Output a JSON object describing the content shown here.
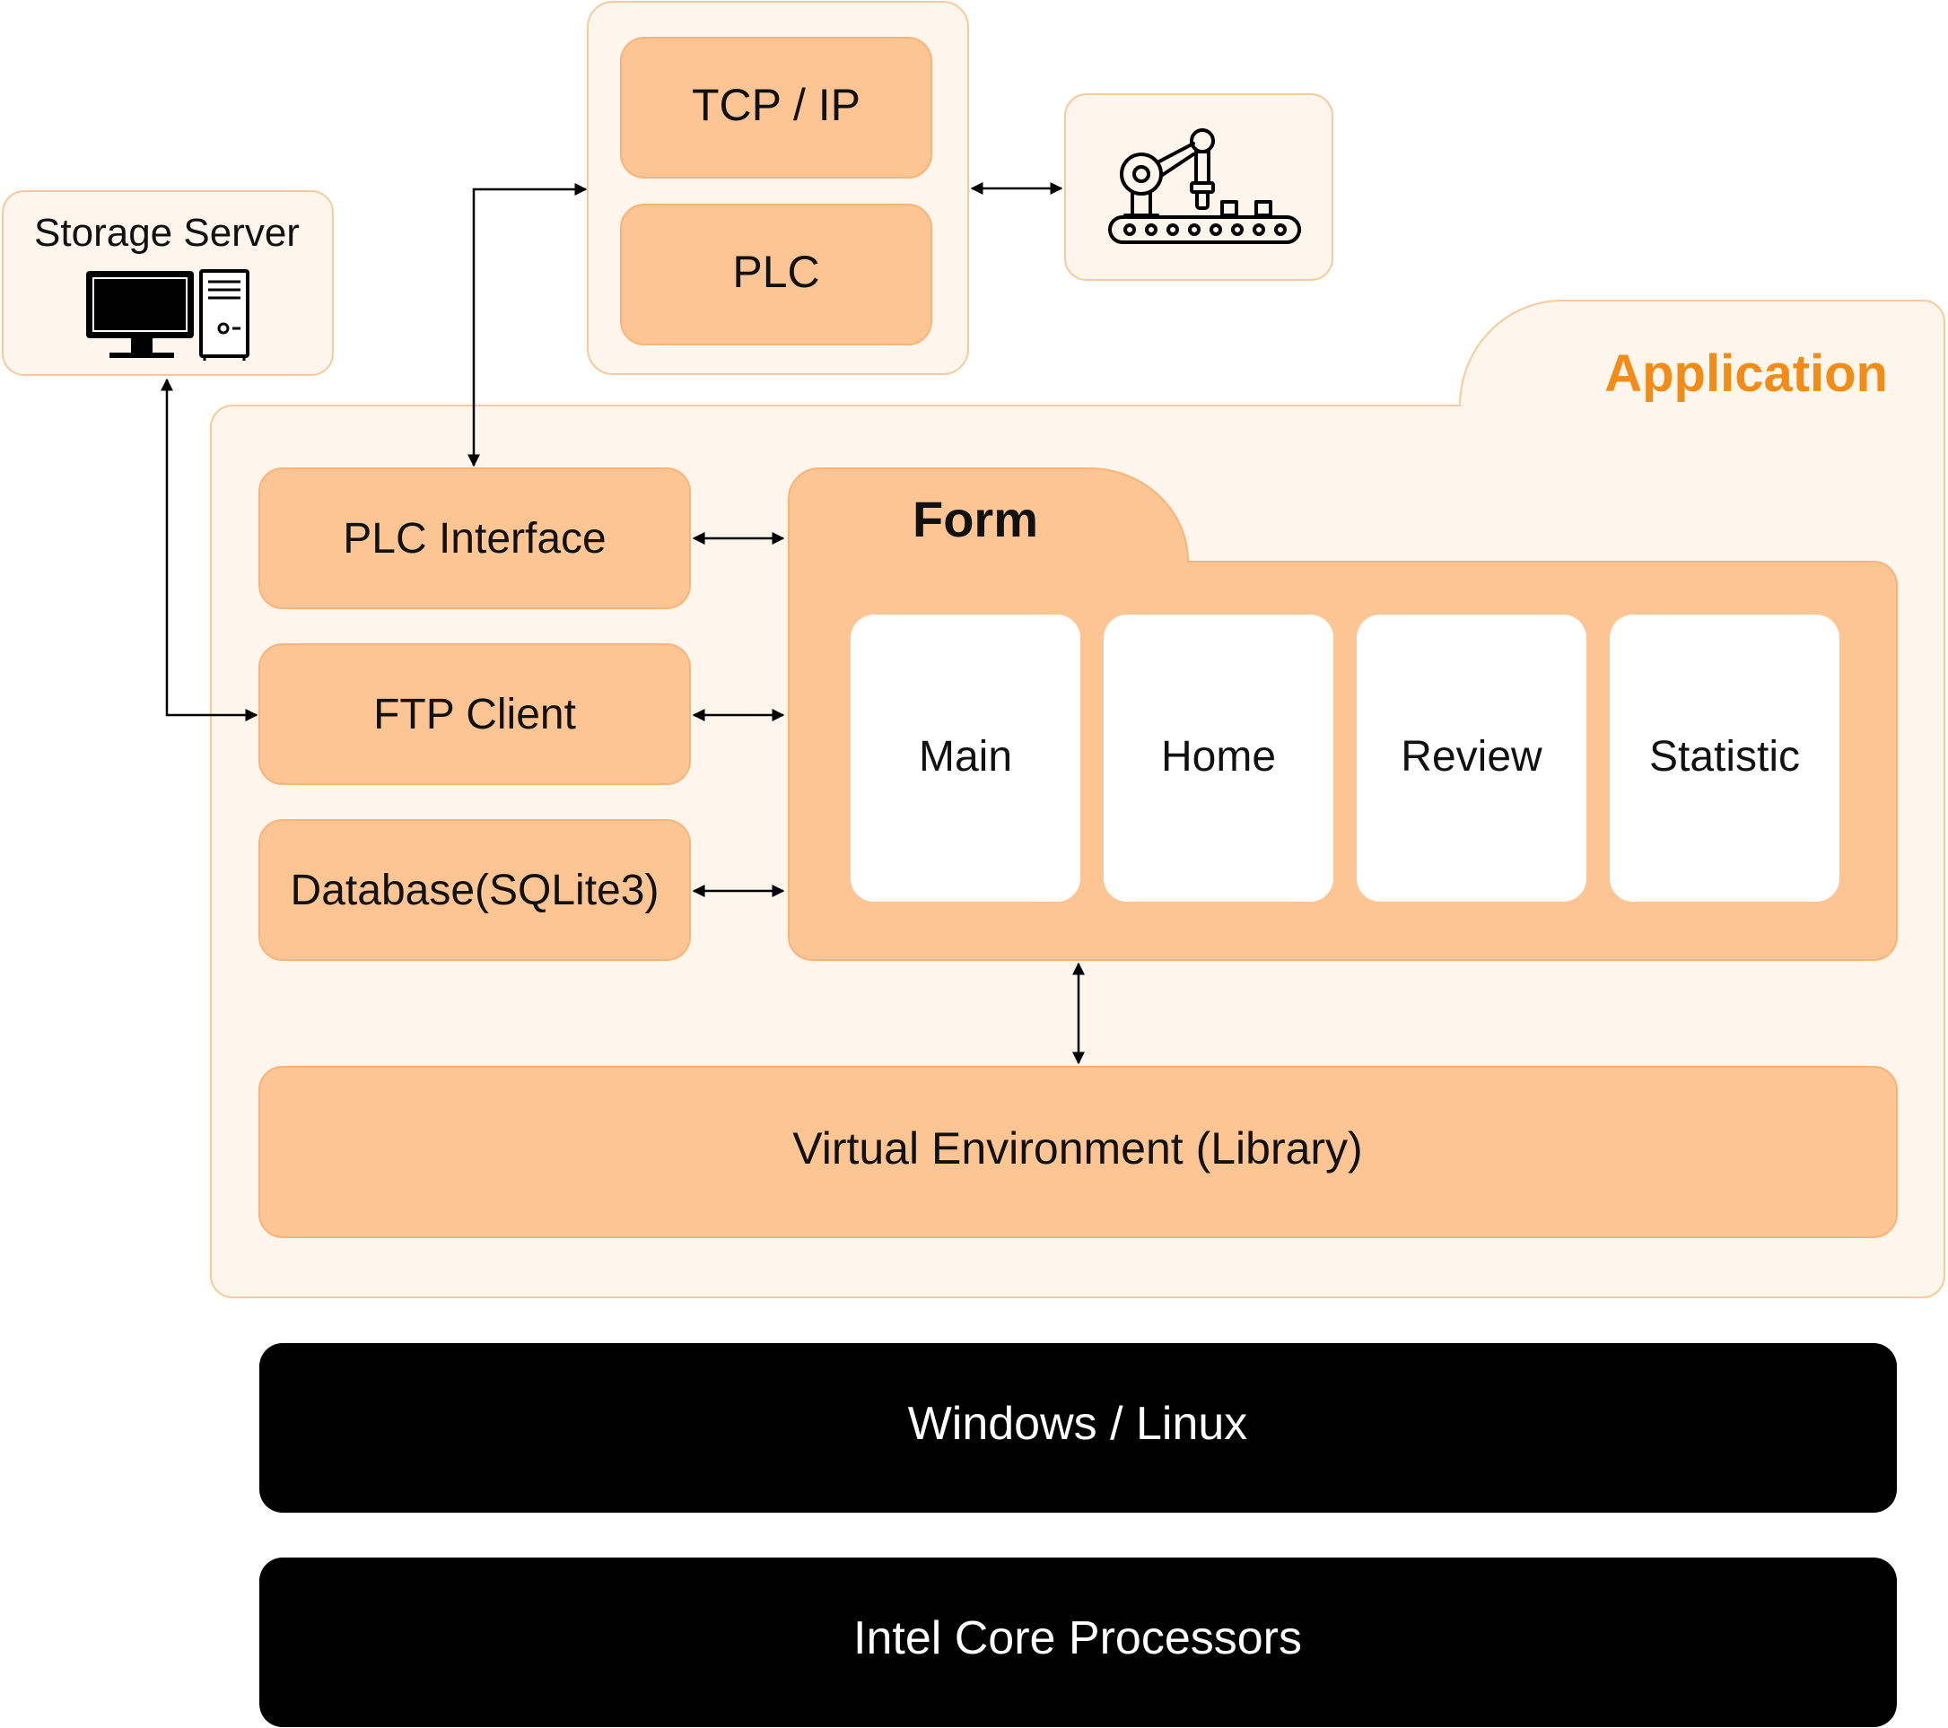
{
  "colors": {
    "panel_fill": "#fef5ec",
    "panel_stroke": "#f8c99a",
    "box_fill": "#fdc593",
    "box_stroke": "#f6b47a",
    "accent": "#f28c18",
    "dark": "#000000",
    "white": "#ffffff",
    "text": "#111111"
  },
  "storage_server": {
    "label": "Storage Server",
    "icon": "desktop-computer-icon"
  },
  "network": {
    "tcp_ip": "TCP / IP",
    "plc": "PLC"
  },
  "machine": {
    "icon": "robot-arm-conveyor-icon"
  },
  "application": {
    "title": "Application",
    "plc_interface": "PLC Interface",
    "ftp_client": "FTP Client",
    "database": "Database(SQLite3)",
    "form": {
      "title": "Form",
      "pages": [
        "Main",
        "Home",
        "Review",
        "Statistic"
      ]
    },
    "virtual_env": "Virtual Environment (Library)"
  },
  "os": "Windows / Linux",
  "hardware": "Intel Core Processors"
}
